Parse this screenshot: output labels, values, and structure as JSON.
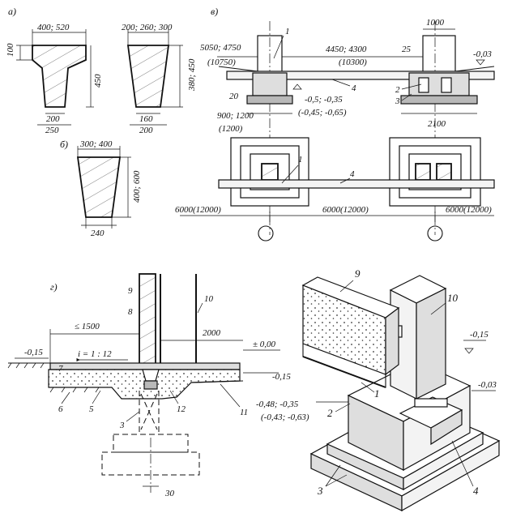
{
  "labels": {
    "a": "а)",
    "b": "б)",
    "v": "в)",
    "g": "г)"
  },
  "section_a": {
    "t_width": "400; 520",
    "t_flange": "100",
    "t_height": "450",
    "t_base": "200",
    "t_bottom": "250",
    "tr_top": "200; 260; 300",
    "tr_height": "380; 450",
    "tr_base": "160",
    "tr_bottom": "200"
  },
  "section_b": {
    "top": "300; 400",
    "height": "400; 600",
    "base": "240"
  },
  "section_v": {
    "left_span": "5050; 4750",
    "left_span2": "(10750)",
    "mid_span": "4450; 4300",
    "mid_span2": "(10300)",
    "width_25": "25",
    "width_1000": "1000",
    "level_003": "-0,03",
    "dim_20": "20",
    "level_050": "-0,5; -0,35",
    "level_045": "(-0,45; -0,65)",
    "footing": "900; 1200",
    "footing2": "(1200)",
    "footing_right": "2100",
    "grid_left": "6000(12000)",
    "grid_mid": "6000(12000)",
    "grid_right": "6000(12000)",
    "c1": "1",
    "c2": "2",
    "c3": "3",
    "c4": "4",
    "plan_1": "1",
    "plan_4": "4"
  },
  "section_g": {
    "c9": "9",
    "c8": "8",
    "c10": "10",
    "c7": "7",
    "c6": "6",
    "c5": "5",
    "c3": "3",
    "c12": "12",
    "c11": "11",
    "span": "≤ 1500",
    "wall": "2000",
    "slope": "i = 1 : 12",
    "level_015": "-0,15",
    "level_000": "± 0,00",
    "level_015b": "-0,15",
    "dim_30": "30"
  },
  "iso": {
    "c9": "9",
    "c10": "10",
    "c1": "1",
    "c2": "2",
    "c3": "3",
    "c4": "4",
    "level_015": "-0,15",
    "level_003": "-0,03",
    "level_048": "-0,48; -0,35",
    "level_043": "(-0,43; -0,63)"
  }
}
